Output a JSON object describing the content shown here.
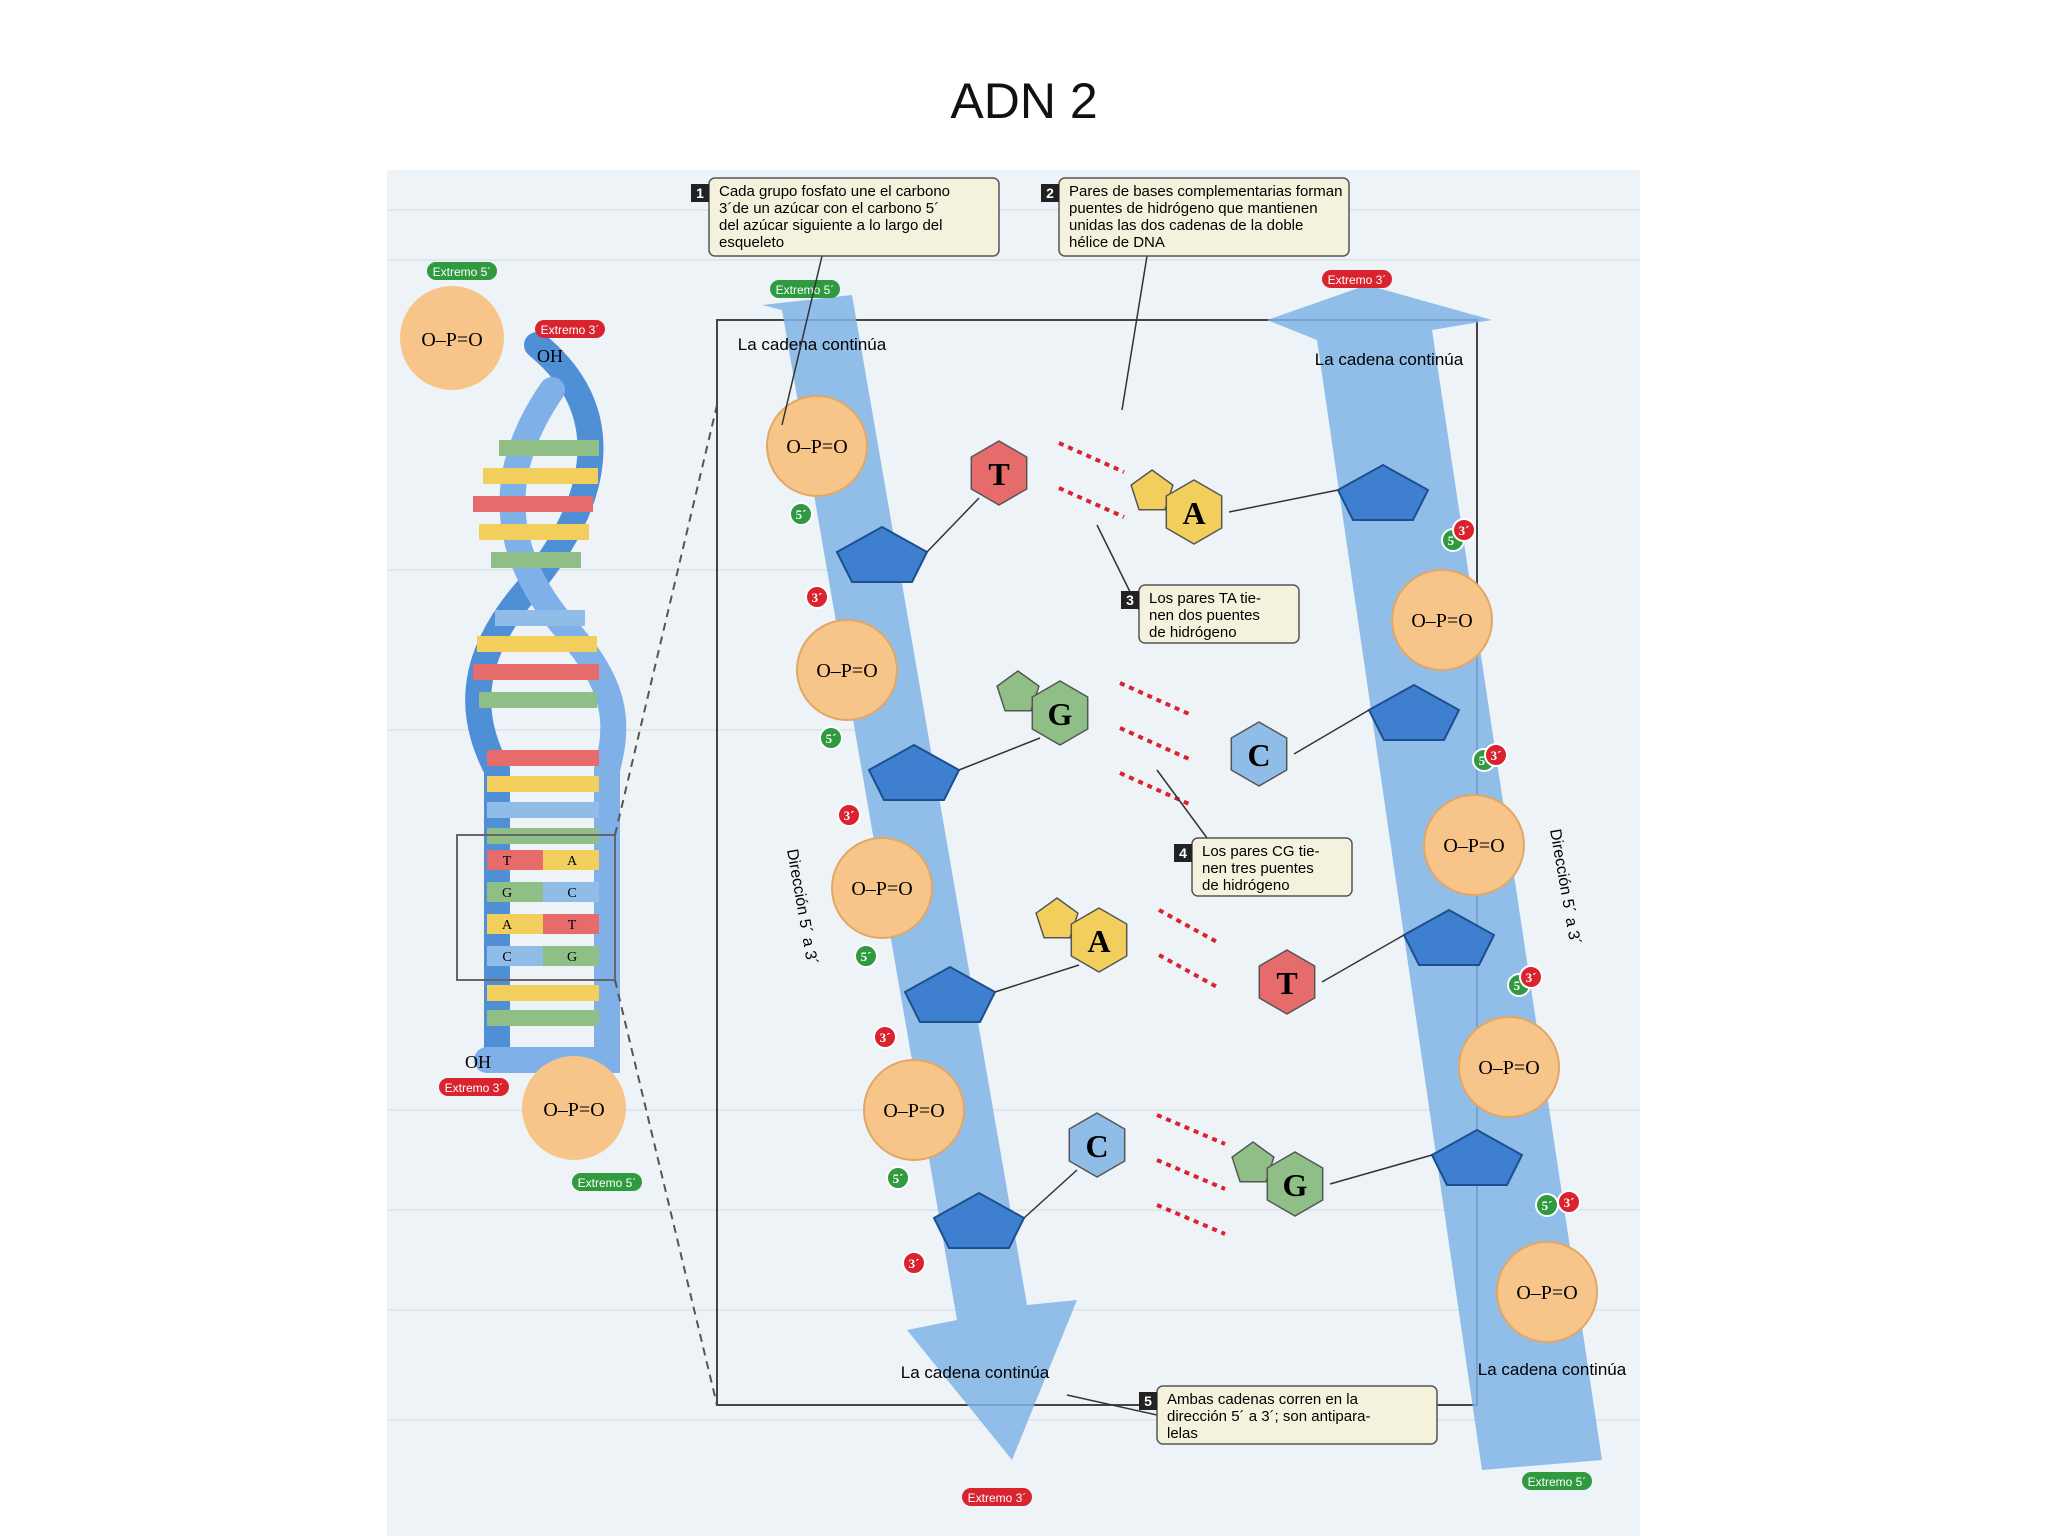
{
  "title": "ADN 2",
  "colors": {
    "phosphate": "#f7c58a",
    "sugar": "#3e7fcf",
    "thymine": "#e66b6b",
    "adenine": "#f2cf5c",
    "guanine": "#8fbf86",
    "cytosine": "#8fbde8",
    "arrow": "#7fb4e6",
    "badge_3": "#d9232e",
    "badge_5": "#2f9a3f",
    "callout_bg": "#f4f1dc"
  },
  "labels": {
    "end5": "Extremo 5´",
    "end3": "Extremo 3´",
    "oh": "OH",
    "continues": "La cadena continúa",
    "direction": "Dirección 5´ a 3´",
    "prime3": "3´",
    "prime5": "5´"
  },
  "callouts": [
    {
      "num": "1",
      "text": "Cada grupo fosfato une el carbono 3´de un azúcar con el carbono 5´ del azúcar siguiente a lo largo del esqueleto"
    },
    {
      "num": "2",
      "text": "Pares de bases complementarias forman puentes de hidrógeno que mantienen unidas las dos cadenas de la doble hélice de DNA"
    },
    {
      "num": "3",
      "text": "Los pares TA tienen dos puentes de hidrógeno"
    },
    {
      "num": "4",
      "text": "Los pares CG tienen tres puentes de hidrógeno"
    },
    {
      "num": "5",
      "text": "Ambas cadenas corren en la dirección 5´ a 3´; son antiparalelas"
    }
  ],
  "helix_pairs": [
    {
      "left": "T",
      "right": "A"
    },
    {
      "left": "G",
      "right": "C"
    },
    {
      "left": "A",
      "right": "T"
    },
    {
      "left": "C",
      "right": "G"
    }
  ],
  "base_pairs": [
    {
      "left": "T",
      "right": "A"
    },
    {
      "left": "G",
      "right": "C"
    },
    {
      "left": "A",
      "right": "T"
    },
    {
      "left": "C",
      "right": "G"
    }
  ]
}
